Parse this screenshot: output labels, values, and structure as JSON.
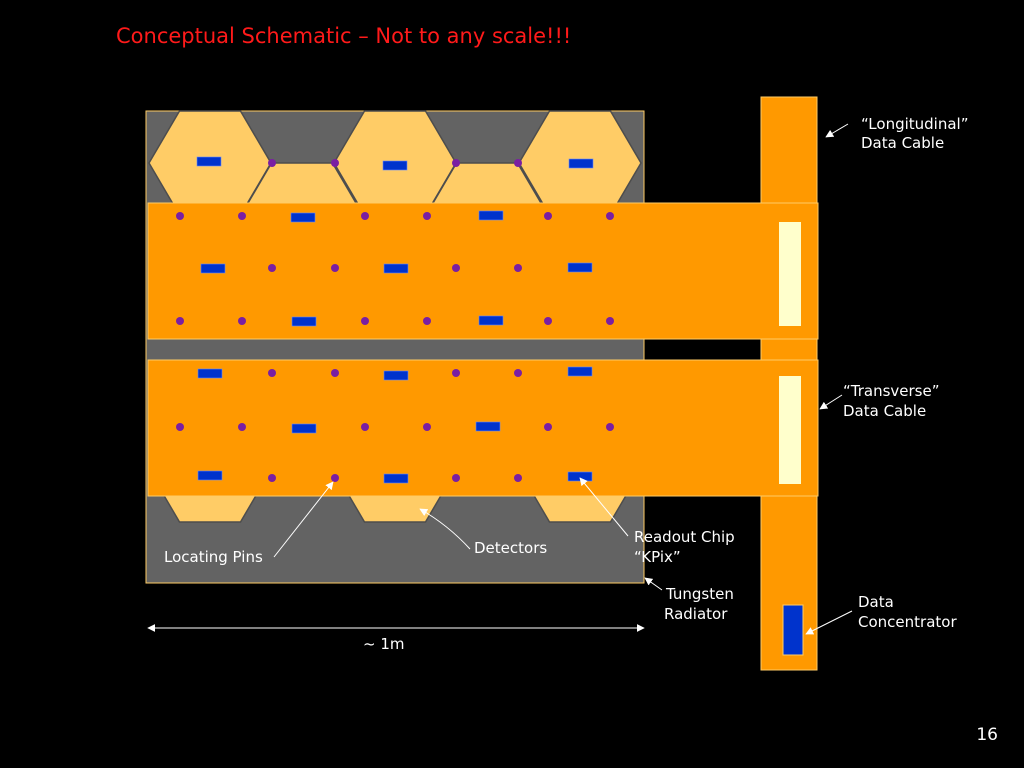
{
  "slide": {
    "title": "Conceptual Schematic – Not to any scale!!!",
    "page_number": "16"
  },
  "labels": {
    "longitudinal_cable": [
      "“Longitudinal”",
      "Data Cable"
    ],
    "transverse_cable": [
      "“Transverse”",
      "Data Cable"
    ],
    "data_concentrator": [
      "Data",
      "Concentrator"
    ],
    "readout_chip": [
      "Readout Chip",
      "“KPix”"
    ],
    "tungsten_radiator": [
      "Tungsten",
      "Radiator"
    ],
    "detectors": "Detectors",
    "locating_pins": "Locating Pins",
    "scale": "~ 1m"
  },
  "colors": {
    "background": "#000000",
    "title": "#ff1a1a",
    "radiator": "#636363",
    "detector_hexagon": "#ffcc66",
    "cable": "#ff9900",
    "readout_chip": "#0033cc",
    "locating_pin": "#7a1fa2",
    "connector": "#ffffcc",
    "label_text": "#ffffff"
  },
  "icons": {
    "arrow": "arrow-icon",
    "scale_bar": "double-arrow-icon"
  }
}
